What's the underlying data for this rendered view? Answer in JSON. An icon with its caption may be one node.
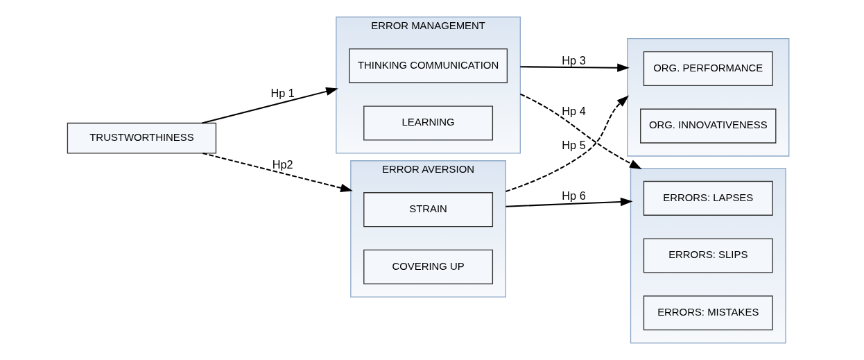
{
  "diagram": {
    "nodes": [
      {
        "text": [
          "TRUSTWORTHINESS"
        ]
      },
      {
        "text": [
          "ERROR MANAGEMENT"
        ]
      },
      {
        "text": [
          "THINKING COMMUNICATION"
        ],
        "in": 1
      },
      {
        "text": [
          "LEARNING"
        ],
        "in": 1
      },
      {
        "text": [
          "ERROR AVERSION"
        ]
      },
      {
        "text": [
          "STRAIN"
        ],
        "in": 4
      },
      {
        "text": [
          "COVERING UP"
        ],
        "in": 4
      },
      {
        "text": [],
        "shape": "box"
      },
      {
        "text": [
          "ORG. PERFORMANCE"
        ],
        "in": 7
      },
      {
        "text": [
          "ORG. INNOVATIVENESS"
        ],
        "in": 7
      },
      {
        "text": [],
        "shape": "box"
      },
      {
        "text": [
          "ERRORS: LAPSES"
        ],
        "in": 10
      },
      {
        "text": [
          "ERRORS: SLIPS"
        ],
        "in": 10
      },
      {
        "text": [
          "ERRORS: MISTAKES"
        ],
        "in": 10
      }
    ],
    "edges": [
      {
        "from": 0,
        "to": 1,
        "arrow": "to",
        "label": "Hp 1"
      },
      {
        "from": 0,
        "to": 4,
        "arrow": "to",
        "label": "Hp2",
        "style": "dashed"
      },
      {
        "from": 1,
        "to": 7,
        "arrow": "to",
        "label": "Hp 3"
      },
      {
        "from": 1,
        "to": 10,
        "arrow": "to",
        "label": "Hp 4",
        "style": "dashed"
      },
      {
        "from": 4,
        "to": 7,
        "arrow": "to",
        "label": "Hp 5",
        "style": "dashed"
      },
      {
        "from": 4,
        "to": 10,
        "arrow": "to",
        "label": "Hp 6"
      }
    ]
  }
}
